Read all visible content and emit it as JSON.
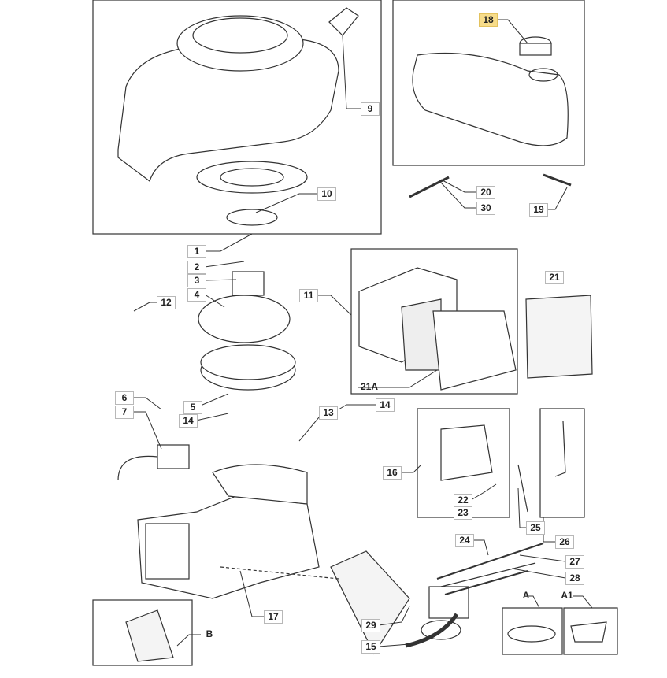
{
  "highlight_color": "#f7dc8a",
  "selected_part": "18",
  "labels": [
    {
      "text": "18",
      "highlighted": true
    },
    {
      "text": "9"
    },
    {
      "text": "10"
    },
    {
      "text": "20"
    },
    {
      "text": "30"
    },
    {
      "text": "19"
    },
    {
      "text": "1"
    },
    {
      "text": "2"
    },
    {
      "text": "3"
    },
    {
      "text": "4"
    },
    {
      "text": "12"
    },
    {
      "text": "11"
    },
    {
      "text": "21"
    },
    {
      "text": "21A",
      "plain": true
    },
    {
      "text": "5"
    },
    {
      "text": "14"
    },
    {
      "text": "6"
    },
    {
      "text": "7"
    },
    {
      "text": "13"
    },
    {
      "text": "14"
    },
    {
      "text": "16"
    },
    {
      "text": "22"
    },
    {
      "text": "23"
    },
    {
      "text": "25"
    },
    {
      "text": "26"
    },
    {
      "text": "24"
    },
    {
      "text": "27"
    },
    {
      "text": "28"
    },
    {
      "text": "17"
    },
    {
      "text": "29"
    },
    {
      "text": "15"
    },
    {
      "text": "A",
      "plain": true
    },
    {
      "text": "A1",
      "plain": true
    },
    {
      "text": "B",
      "plain": true
    }
  ]
}
